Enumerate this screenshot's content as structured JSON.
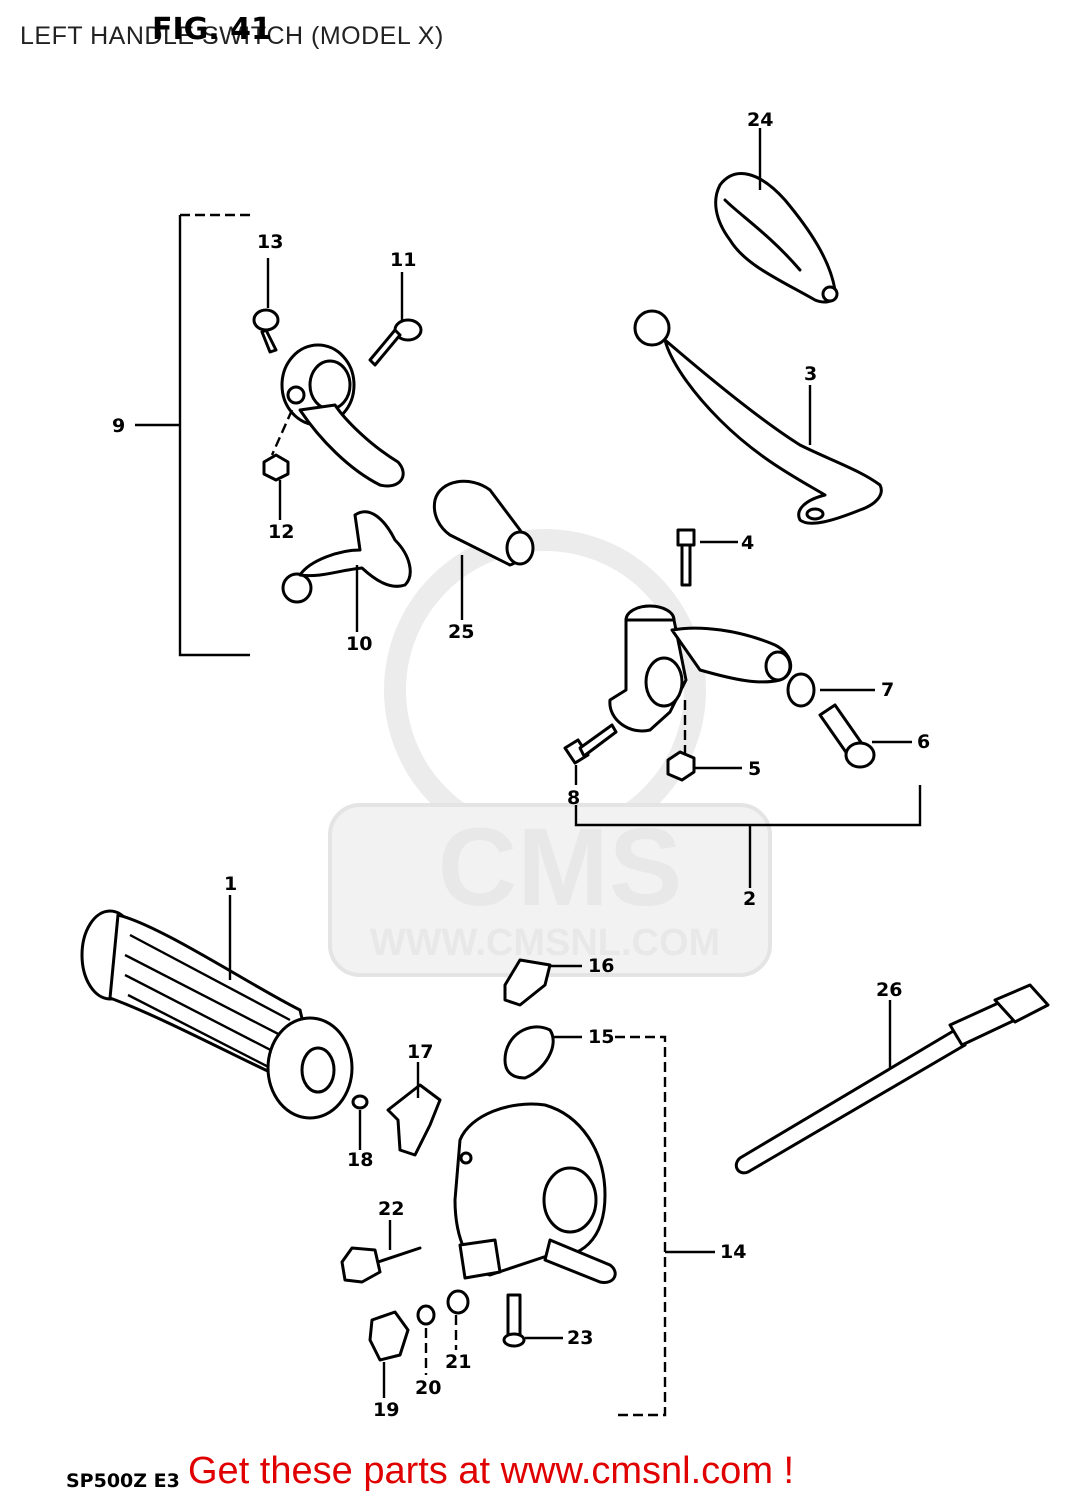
{
  "header": {
    "title": "LEFT HANDLE SWITCH (MODEL X)",
    "fig_label": "FIG. 41"
  },
  "footer": {
    "code": "SP500Z E3",
    "cta": "Get these parts at www.cmsnl.com !"
  },
  "watermark": {
    "logo": "CMS",
    "url": "WWW.CMSNL.COM"
  },
  "part_numbers": [
    "1",
    "2",
    "3",
    "4",
    "5",
    "6",
    "7",
    "8",
    "9",
    "10",
    "11",
    "12",
    "13",
    "14",
    "15",
    "16",
    "17",
    "18",
    "19",
    "20",
    "21",
    "22",
    "23",
    "24",
    "25",
    "26"
  ],
  "colors": {
    "footer_text": "#e00000",
    "line": "#000000",
    "watermark": "#e8e8e8"
  }
}
